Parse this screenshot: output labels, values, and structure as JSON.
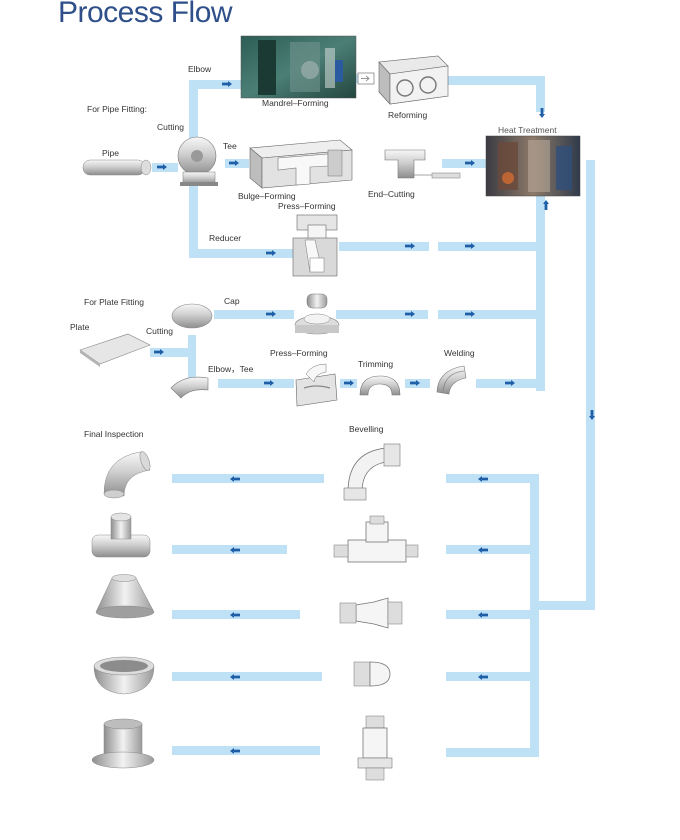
{
  "title": "Process Flow",
  "colors": {
    "flow_line": "#bfe1f6",
    "arrow": "#1f5fa8",
    "title": "#2e4f8a",
    "steel_light": "#f4f4f4",
    "steel_dark": "#9a9a9a"
  },
  "sections": {
    "pipe_fitting": "For Pipe Fitting:",
    "plate_fitting": "For Plate Fitting",
    "final_inspection": "Final Inspection"
  },
  "steps": {
    "pipe": "Pipe",
    "cutting_pipe": "Cutting",
    "elbow": "Elbow",
    "tee": "Tee",
    "reducer": "Reducer",
    "mandrel_forming": "Mandrel–Forming",
    "reforming": "Reforming",
    "heat_treatment": "Heat Treatment",
    "bulge_forming": "Bulge–Forming",
    "end_cutting": "End–Cutting",
    "press_forming_pipe": "Press–Forming",
    "plate": "Plate",
    "cutting_plate": "Cutting",
    "cap": "Cap",
    "elbow_tee": "Elbow，Tee",
    "press_forming_plate": "Press–Forming",
    "trimming": "Trimming",
    "welding": "Welding",
    "bevelling": "Bevelling"
  }
}
